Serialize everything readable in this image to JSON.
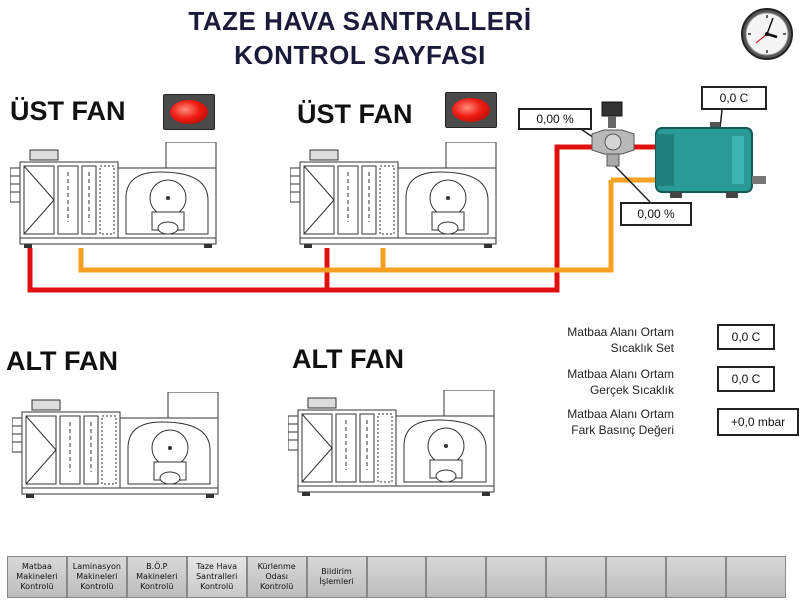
{
  "page": {
    "title_line1": "TAZE HAVA SANTRALLERİ",
    "title_line2": "KONTROL SAYFASI"
  },
  "fans": {
    "top_left_label": "ÜST FAN",
    "top_right_label": "ÜST FAN",
    "bottom_left_label": "ALT FAN",
    "bottom_right_label": "ALT FAN"
  },
  "readouts": {
    "valve_percent_top": "0,00 %",
    "valve_percent_bottom": "0,00 %",
    "boiler_temp": "0,0 C"
  },
  "info": [
    {
      "label": "Matbaa Alanı Ortam\nSıcaklık Set",
      "value": "0,0 C"
    },
    {
      "label": "Matbaa Alanı Ortam\nGerçek Sıcaklık",
      "value": "0,0 C"
    },
    {
      "label": "Matbaa Alanı Ortam\nFark Basınç Değeri",
      "value": "+0,0 mbar"
    }
  ],
  "nav": [
    {
      "label": "Matbaa\nMakineleri\nKontrolü"
    },
    {
      "label": "Laminasyon\nMakineleri\nKontrolü"
    },
    {
      "label": "B.Ö.P\nMakineleri\nKontrolü"
    },
    {
      "label": "Taze Hava\nSantralleri\nKontrolü"
    },
    {
      "label": "Kürlenme\nOdası\nKontrolü"
    },
    {
      "label": "Bildirim\nİşlemleri"
    },
    {
      "label": ""
    },
    {
      "label": ""
    },
    {
      "label": ""
    },
    {
      "label": ""
    },
    {
      "label": ""
    },
    {
      "label": ""
    },
    {
      "label": ""
    }
  ],
  "colors": {
    "supply_pipe": "#e01010",
    "return_pipe": "#f5a020",
    "boiler": "#2a9a98"
  },
  "icons": {
    "clock": "analog-clock-icon",
    "alarm_lamp": "red-alarm-lamp-icon"
  }
}
